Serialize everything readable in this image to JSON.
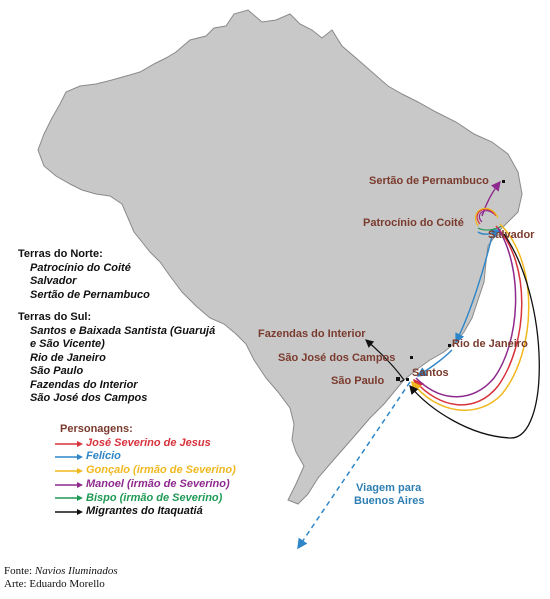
{
  "cities": {
    "sertao": "Sertão de Pernambuco",
    "coite": "Patrocínio do Coité",
    "salvador": "Salvador",
    "fazendas": "Fazendas do Interior",
    "sjc": "São José dos Campos",
    "rio": "Rio de Janeiro",
    "santos": "Santos",
    "sp": "São Paulo"
  },
  "sea_label": {
    "line1": "Viagem para",
    "line2": "Buenos Aires"
  },
  "norte": {
    "title": "Terras do Norte:",
    "items": [
      "Patrocínio do Coité",
      "Salvador",
      "Sertão de Pernambuco"
    ]
  },
  "sul": {
    "title": "Terras do Sul:",
    "items": [
      "Santos e Baixada Santista (Guarujá",
      "e São Vicente)",
      "Rio de Janeiro",
      "São Paulo",
      "Fazendas do Interior",
      "São José dos Campos"
    ]
  },
  "personagens": {
    "title": "Personagens:",
    "items": [
      {
        "name": "José Severino de Jesus",
        "color": "#d8323c"
      },
      {
        "name": "Felício",
        "color": "#2e86c8"
      },
      {
        "name": "Gonçalo (irmão de Severino)",
        "color": "#f0b81e"
      },
      {
        "name": "Manoel (irmão de Severino)",
        "color": "#8e2a8e"
      },
      {
        "name": "Bispo (irmão de Severino)",
        "color": "#1f9a55"
      },
      {
        "name": "Migrantes do Itaquatiá",
        "color": "#111111"
      }
    ]
  },
  "source": {
    "label": "Fonte:",
    "title": "Navios Iluminados",
    "art": "Arte: Eduardo Morello"
  }
}
